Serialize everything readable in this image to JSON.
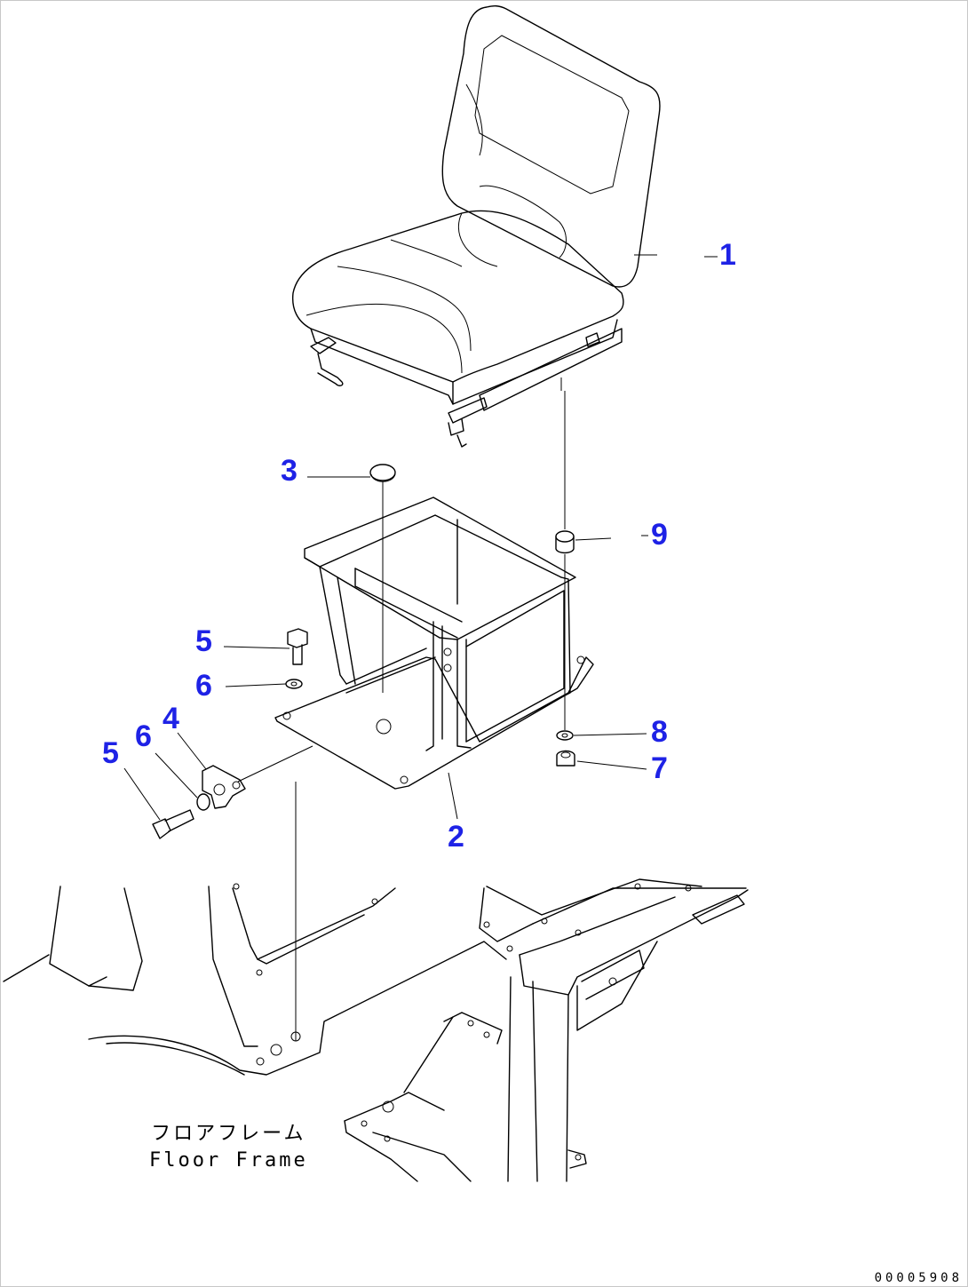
{
  "callouts": [
    {
      "id": "1",
      "label": "1"
    },
    {
      "id": "2",
      "label": "2"
    },
    {
      "id": "3",
      "label": "3"
    },
    {
      "id": "4",
      "label": "4"
    },
    {
      "id": "5a",
      "label": "5"
    },
    {
      "id": "6a",
      "label": "6"
    },
    {
      "id": "5b",
      "label": "5"
    },
    {
      "id": "6b",
      "label": "6"
    },
    {
      "id": "7",
      "label": "7"
    },
    {
      "id": "8",
      "label": "8"
    },
    {
      "id": "9",
      "label": "9"
    }
  ],
  "floor_frame_label": {
    "jp": "フロアフレーム",
    "en": "Floor Frame"
  },
  "drawing_number": "00005908",
  "colors": {
    "callout": "#1e22e6",
    "line": "#000000"
  }
}
